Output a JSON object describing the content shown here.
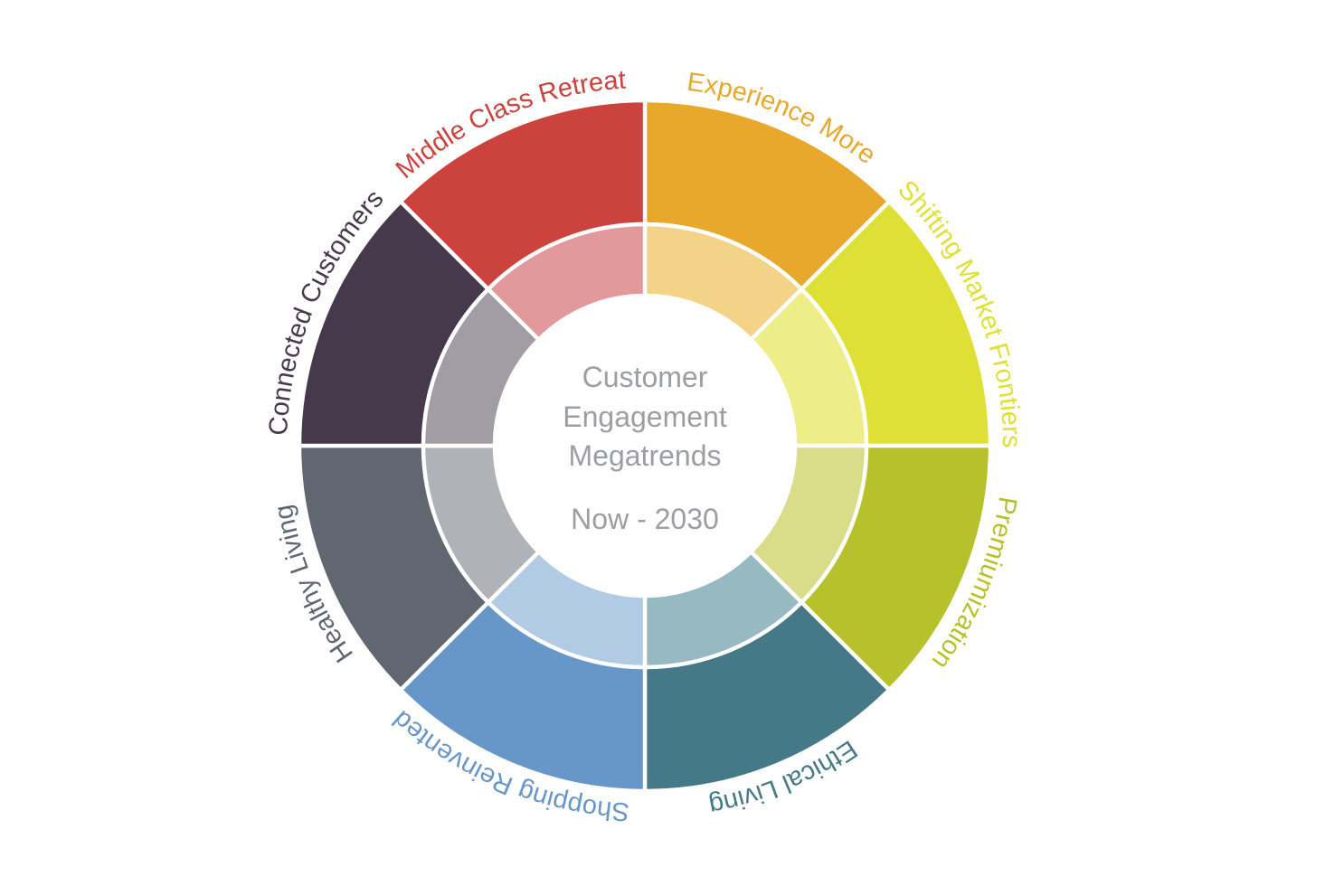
{
  "center": {
    "line1": "Customer",
    "line2": "Engagement",
    "line3": "Megatrends",
    "line4": "Now - 2030"
  },
  "segments": [
    {
      "label": "Experience More",
      "outer": "#e8a82b",
      "inner": "#f3d388",
      "text": "#e8a82b"
    },
    {
      "label": "Shifting Market Frontiers",
      "outer": "#dfe036",
      "inner": "#eeee88",
      "text": "#dfe036"
    },
    {
      "label": "Premiumization",
      "outer": "#b7c12b",
      "inner": "#d9dc88",
      "text": "#b7c12b"
    },
    {
      "label": "Ethical Living",
      "outer": "#457987",
      "inner": "#97b9c2",
      "text": "#457987"
    },
    {
      "label": "Shopping Reinvented",
      "outer": "#6796c8",
      "inner": "#b1cbe4",
      "text": "#6796c8"
    },
    {
      "label": "Healthy Living",
      "outer": "#606770",
      "inner": "#afb2b6",
      "text": "#606770"
    },
    {
      "label": "Connected Customers",
      "outer": "#46394b",
      "inner": "#a29ca5",
      "text": "#46394b"
    },
    {
      "label": "Middle Class Retreat",
      "outer": "#cc423c",
      "inner": "#e2999b",
      "text": "#cc423c"
    }
  ]
}
